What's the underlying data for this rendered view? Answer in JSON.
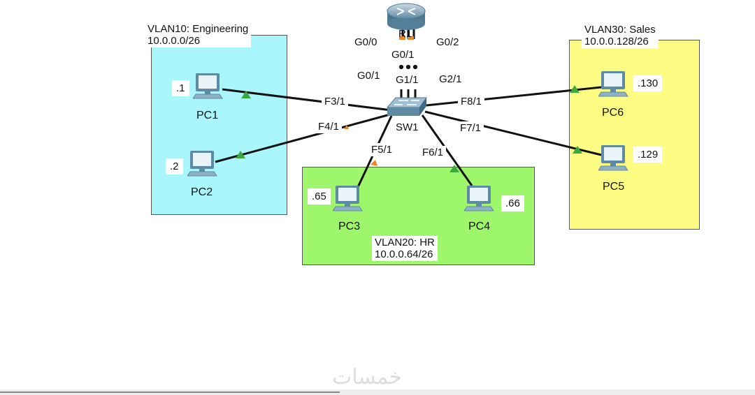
{
  "colors": {
    "engineering_zone": "#aaf6fd",
    "hr_zone": "#9ef66a",
    "sales_zone": "#fdfd83",
    "link": "#111111",
    "link_up": "#3aa83a",
    "link_blocked": "#e8882b"
  },
  "zones": {
    "engineering": {
      "title": "VLAN10: Engineering",
      "subnet": "10.0.0.0/26"
    },
    "hr": {
      "title": "VLAN20: HR",
      "subnet": "10.0.0.64/26"
    },
    "sales": {
      "title": "VLAN30: Sales",
      "subnet": "10.0.0.128/26"
    }
  },
  "devices": {
    "router": {
      "name": "R1",
      "icon": "router-icon"
    },
    "switch": {
      "name": "SW1",
      "icon": "switch-icon"
    },
    "pcs": [
      {
        "name": "PC1",
        "ip": ".1",
        "icon": "pc-icon"
      },
      {
        "name": "PC2",
        "ip": ".2",
        "icon": "pc-icon"
      },
      {
        "name": "PC3",
        "ip": ".65",
        "icon": "pc-icon"
      },
      {
        "name": "PC4",
        "ip": ".66",
        "icon": "pc-icon"
      },
      {
        "name": "PC5",
        "ip": ".129",
        "icon": "pc-icon"
      },
      {
        "name": "PC6",
        "ip": ".130",
        "icon": "pc-icon"
      }
    ]
  },
  "ports": {
    "r1_g00": "G0/0",
    "r1_g01": "G0/1",
    "r1_g02": "G0/2",
    "sw_g01": "G0/1",
    "sw_g11": "G1/1",
    "sw_g21": "G2/1",
    "sw_f31": "F3/1",
    "sw_f41": "F4/1",
    "sw_f51": "F5/1",
    "sw_f61": "F6/1",
    "sw_f71": "F7/1",
    "sw_f81": "F8/1"
  },
  "watermark": "خمسات"
}
